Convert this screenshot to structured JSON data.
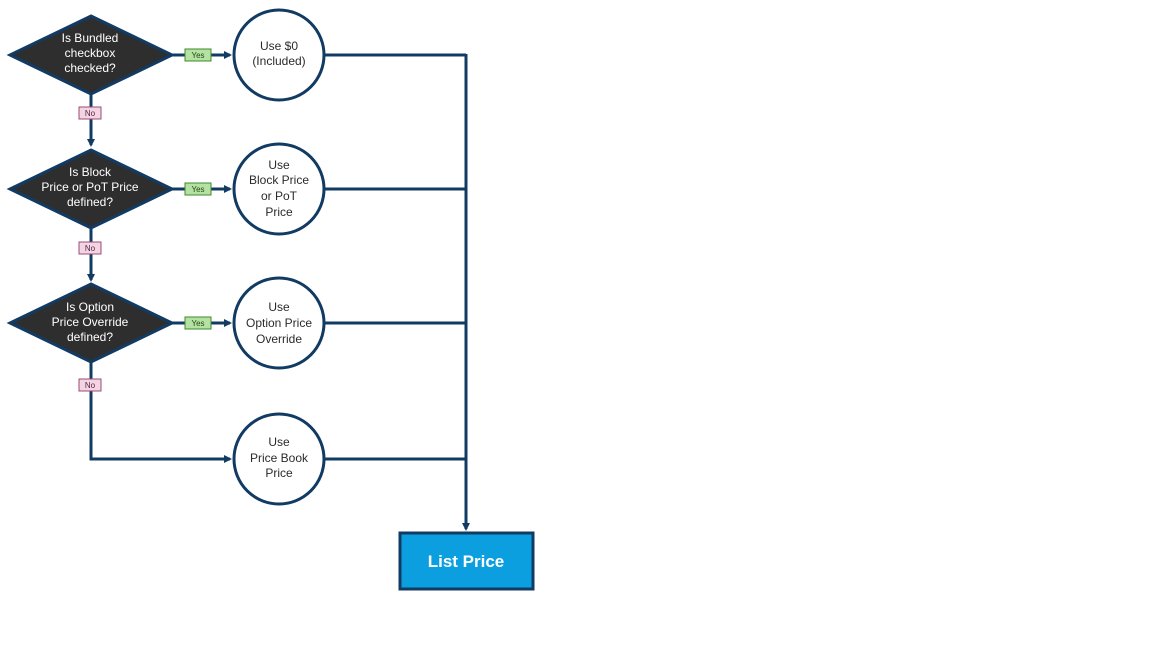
{
  "colors": {
    "line": "#123b63",
    "decision_fill": "#2e2e2e",
    "yes_fill": "#b5e2a3",
    "yes_stroke": "#3e8a2c",
    "no_fill": "#f2d4e3",
    "no_stroke": "#9a4c74",
    "result_fill": "#0b9fdf"
  },
  "labels": {
    "yes": "Yes",
    "no": "No"
  },
  "decisions": [
    {
      "lines": [
        "Is Bundled",
        "checkbox",
        "checked?"
      ]
    },
    {
      "lines": [
        "Is Block",
        "Price or PoT Price",
        "defined?"
      ]
    },
    {
      "lines": [
        "Is Option",
        "Price Override",
        "defined?"
      ]
    }
  ],
  "outcomes": [
    {
      "lines": [
        "Use $0",
        "(Included)"
      ]
    },
    {
      "lines": [
        "Use",
        "Block Price",
        "or PoT",
        "Price"
      ]
    },
    {
      "lines": [
        "Use",
        "Option Price",
        "Override"
      ]
    },
    {
      "lines": [
        "Use",
        "Price Book",
        "Price"
      ]
    }
  ],
  "result": {
    "label": "List Price"
  }
}
